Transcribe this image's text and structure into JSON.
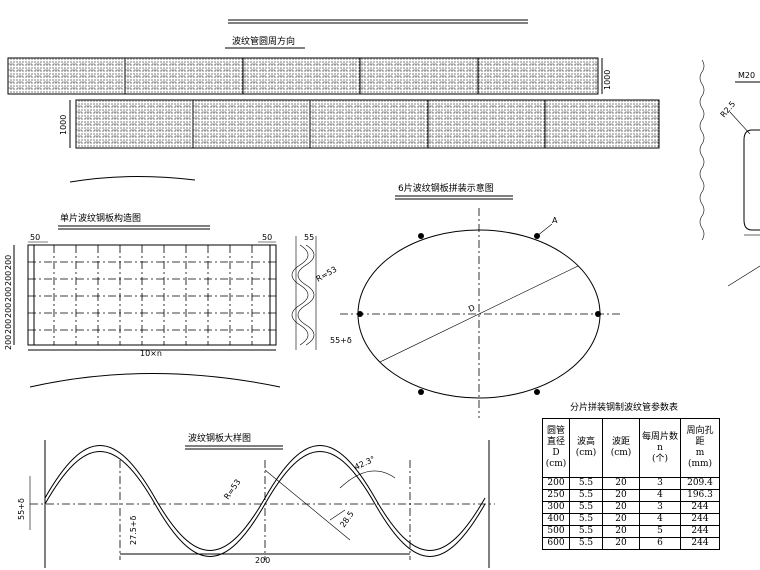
{
  "labels": {
    "circumferential_direction": "波纹管圆周方向",
    "single_panel_title": "单片波纹钢板构造图",
    "assembly_title": "6片波纹钢板拼装示意图",
    "large_sample_title": "波纹钢板大样图",
    "table_title": "分片拼装钢制波纹管参数表",
    "bolt_label": "M20",
    "dim_1000_right": "1000",
    "dim_1000_left": "1000",
    "dim_50_left": "50",
    "dim_50_right": "50",
    "dim_55": "55",
    "dim_r53": "R=53",
    "dim_55_delta": "55+δ",
    "dim_10n": "10×n",
    "point_a": "A",
    "point_d": "D",
    "dim_200": "200",
    "dim_42_3": "42.3°",
    "dim_r53_b": "R=53",
    "dim_27_5": "27.5+δ",
    "dim_55_d_v": "55+δ",
    "dim_r2_5": "R2.5",
    "side_dims": [
      "200",
      "200",
      "200",
      "200",
      "200",
      "200"
    ]
  },
  "table": {
    "headers": [
      "圆管直径\nD\n(cm)",
      "波高\n(cm)",
      "波距\n(cm)",
      "每周片数\nn\n(个)",
      "周向孔距\nm\n(mm)"
    ],
    "rows": [
      [
        "200",
        "5.5",
        "20",
        "3",
        "209.4"
      ],
      [
        "250",
        "5.5",
        "20",
        "4",
        "196.3"
      ],
      [
        "300",
        "5.5",
        "20",
        "3",
        "244"
      ],
      [
        "400",
        "5.5",
        "20",
        "4",
        "244"
      ],
      [
        "500",
        "5.5",
        "20",
        "5",
        "244"
      ],
      [
        "600",
        "5.5",
        "20",
        "6",
        "244"
      ]
    ]
  }
}
